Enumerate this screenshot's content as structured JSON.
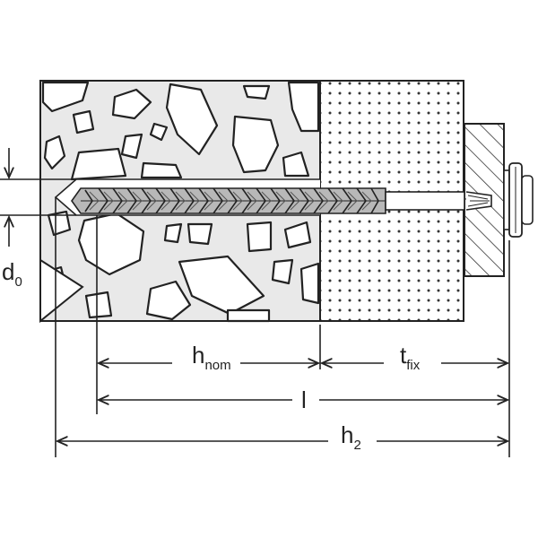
{
  "labels": {
    "d0": {
      "main": "d",
      "sub": "0"
    },
    "h_nom": {
      "main": "h",
      "sub": "nom"
    },
    "t_fix": {
      "main": "t",
      "sub": "fix"
    },
    "l": {
      "main": "l"
    },
    "h2": {
      "main": "h",
      "sub": "2"
    }
  },
  "colors": {
    "line": "#222222",
    "concrete_fill": "#e9e9e9",
    "fixture_fill": "#ffffff",
    "anchor_fill": "#b8b8b8",
    "background": "#ffffff"
  }
}
